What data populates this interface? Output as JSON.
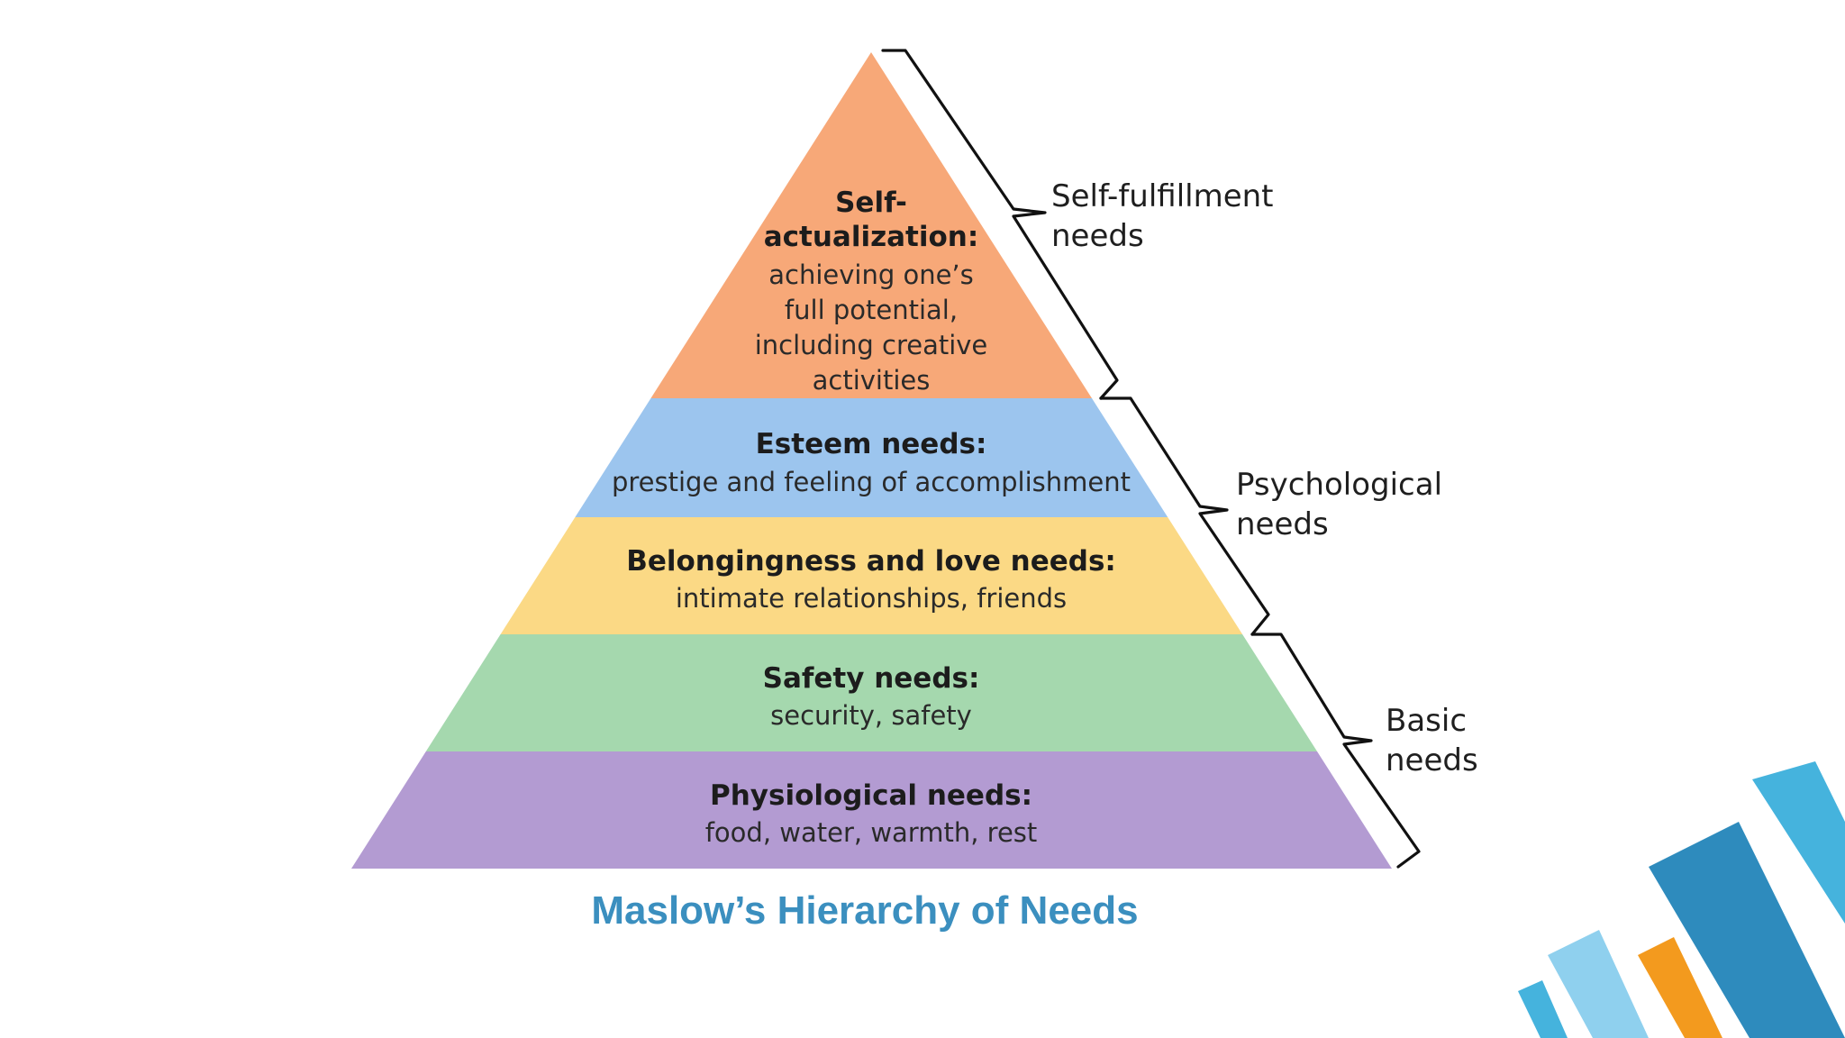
{
  "caption": "Maslow’s Hierarchy of Needs",
  "layers": [
    {
      "head_lines": [
        "Self-",
        "actualization:"
      ],
      "desc_lines": [
        "achieving one’s",
        "full potential,",
        "including creative",
        "activities"
      ],
      "color": "#f7a878"
    },
    {
      "head_lines": [
        "Esteem needs:"
      ],
      "desc_lines": [
        "prestige and feeling of accomplishment"
      ],
      "color": "#9cc5ee"
    },
    {
      "head_lines": [
        "Belongingness and love needs:"
      ],
      "desc_lines": [
        "intimate relationships, friends"
      ],
      "color": "#fbd985"
    },
    {
      "head_lines": [
        "Safety needs:"
      ],
      "desc_lines": [
        "security, safety"
      ],
      "color": "#a5d8ae"
    },
    {
      "head_lines": [
        "Physiological needs:"
      ],
      "desc_lines": [
        "food, water, warmth, rest"
      ],
      "color": "#b39bd2"
    }
  ],
  "groups": [
    {
      "label_lines": [
        "Self-fulfillment",
        "needs"
      ]
    },
    {
      "label_lines": [
        "Psychological",
        "needs"
      ]
    },
    {
      "label_lines": [
        "Basic",
        "needs"
      ]
    }
  ],
  "decor_colors": {
    "blue_dark": "#2e8bbd",
    "blue_mid": "#45b3dd",
    "blue_light": "#8fd0ee",
    "orange": "#f39a1e"
  }
}
